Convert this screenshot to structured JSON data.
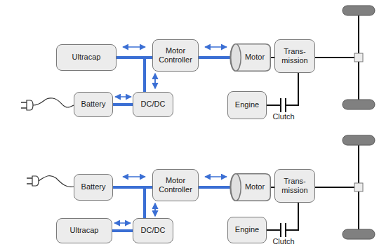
{
  "diagram": {
    "nodes": [
      {
        "text": [
          "Ultracap"
        ]
      },
      {
        "text": [
          "Motor Controller"
        ]
      },
      {
        "text": [
          "Motor"
        ]
      },
      {
        "text": [
          "Trans- mission"
        ]
      },
      {
        "text": [
          "Battery"
        ]
      },
      {
        "text": [
          "DC/DC"
        ]
      },
      {
        "text": [
          "Engine"
        ]
      },
      {
        "text": [
          "Battery"
        ]
      },
      {
        "text": [
          "Motor Controller"
        ]
      },
      {
        "text": [
          "Motor"
        ]
      },
      {
        "text": [
          "Trans- mission"
        ]
      },
      {
        "text": [
          "Ultracap"
        ]
      },
      {
        "text": [
          "DC/DC"
        ]
      },
      {
        "text": [
          "Engine"
        ]
      }
    ],
    "edges": [
      {
        "from": 0,
        "to": 1,
        "arrow": "both"
      },
      {
        "from": 5,
        "to": 0,
        "arrow": "both"
      },
      {
        "from": 5,
        "to": 1,
        "arrow": "both"
      },
      {
        "from": 4,
        "to": 5,
        "arrow": "both"
      },
      {
        "from": 1,
        "to": 2,
        "arrow": "both"
      },
      {
        "from": 2,
        "to": 3,
        "arrow": "none"
      },
      {
        "from": 6,
        "to": 3,
        "arrow": "none"
      },
      {
        "from": 7,
        "to": 8,
        "arrow": "both"
      },
      {
        "from": 12,
        "to": 7,
        "arrow": "both"
      },
      {
        "from": 12,
        "to": 8,
        "arrow": "both"
      },
      {
        "from": 11,
        "to": 12,
        "arrow": "both"
      },
      {
        "from": 8,
        "to": 9,
        "arrow": "both"
      },
      {
        "from": 9,
        "to": 10,
        "arrow": "none"
      },
      {
        "from": 13,
        "to": 10,
        "arrow": "none"
      }
    ],
    "labels": [
      "Clutch",
      "Clutch"
    ]
  }
}
